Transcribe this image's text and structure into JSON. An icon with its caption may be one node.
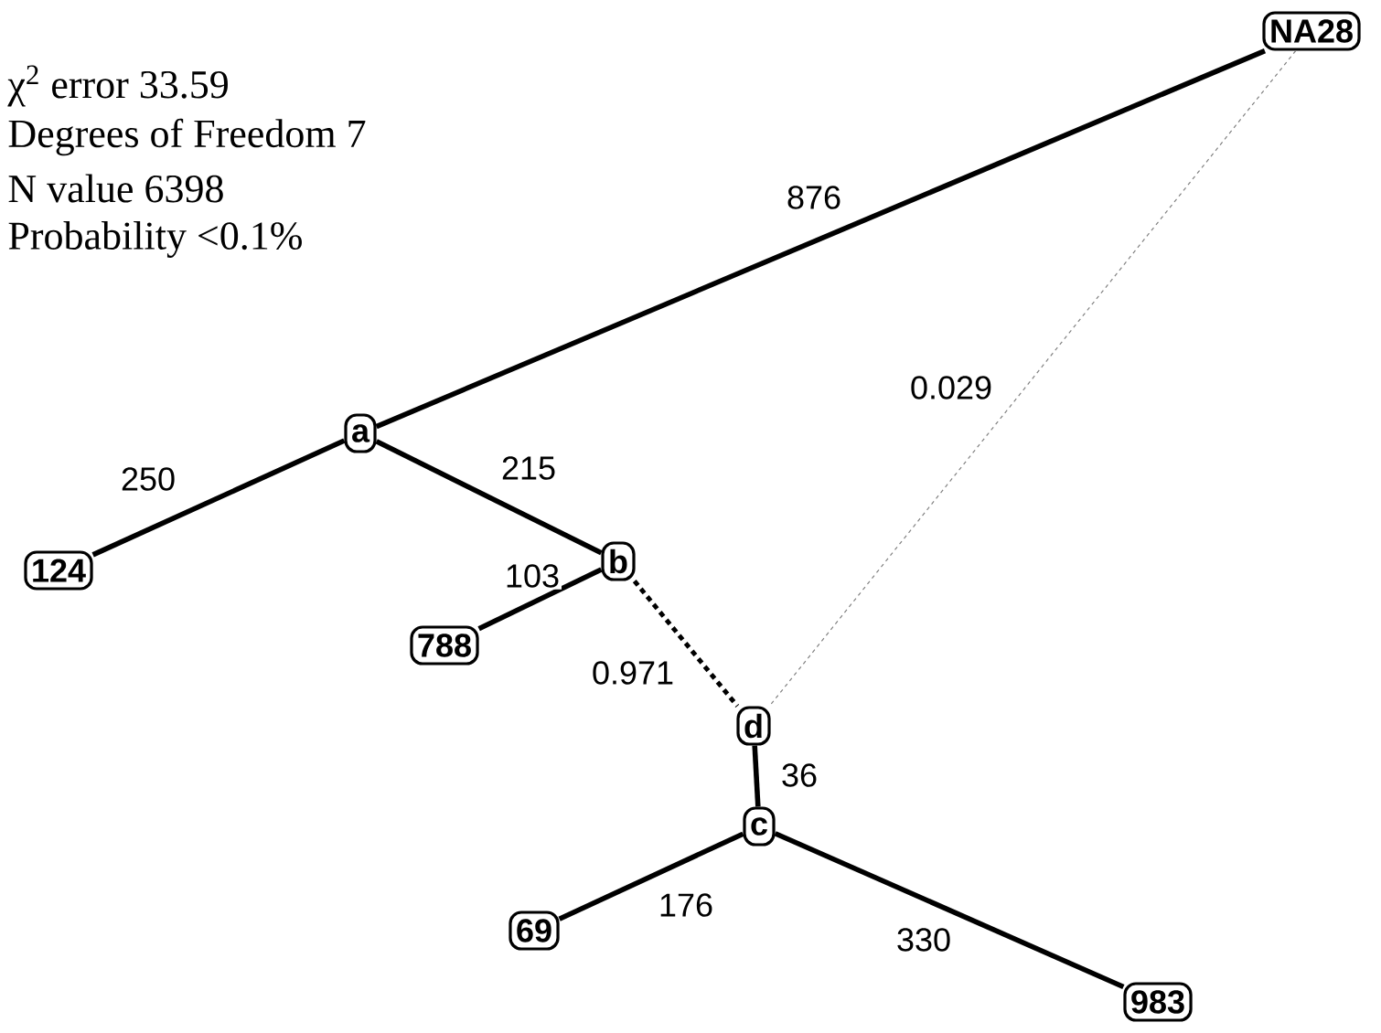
{
  "diagram": {
    "nodes": [
      {
        "text": [
          "NA28"
        ]
      },
      {
        "text": [
          "a"
        ]
      },
      {
        "text": [
          "124"
        ]
      },
      {
        "text": [
          "b"
        ]
      },
      {
        "text": [
          "788"
        ]
      },
      {
        "text": [
          "d"
        ]
      },
      {
        "text": [
          "c"
        ]
      },
      {
        "text": [
          "69"
        ]
      },
      {
        "text": [
          "983"
        ]
      }
    ],
    "edges": [
      {
        "from": 0,
        "to": 1,
        "arrow": "none",
        "label": "876"
      },
      {
        "from": 1,
        "to": 2,
        "arrow": "none",
        "label": "250"
      },
      {
        "from": 1,
        "to": 3,
        "arrow": "none",
        "label": "215"
      },
      {
        "from": 3,
        "to": 4,
        "arrow": "none",
        "label": "103"
      },
      {
        "from": 3,
        "to": 5,
        "arrow": "none",
        "label": "0.971",
        "style": "dashed"
      },
      {
        "from": 0,
        "to": 5,
        "arrow": "none",
        "label": "0.029",
        "style": "dashed",
        "color": "#808080"
      },
      {
        "from": 5,
        "to": 6,
        "arrow": "none",
        "label": "36"
      },
      {
        "from": 6,
        "to": 7,
        "arrow": "none",
        "label": "176"
      },
      {
        "from": 6,
        "to": 8,
        "arrow": "none",
        "label": "330"
      }
    ],
    "labels": [
      "χ$^{2}$ error  33.59",
      "Degrees of Freedom  7",
      "N value  6398",
      "Probability  <0.1%"
    ]
  }
}
